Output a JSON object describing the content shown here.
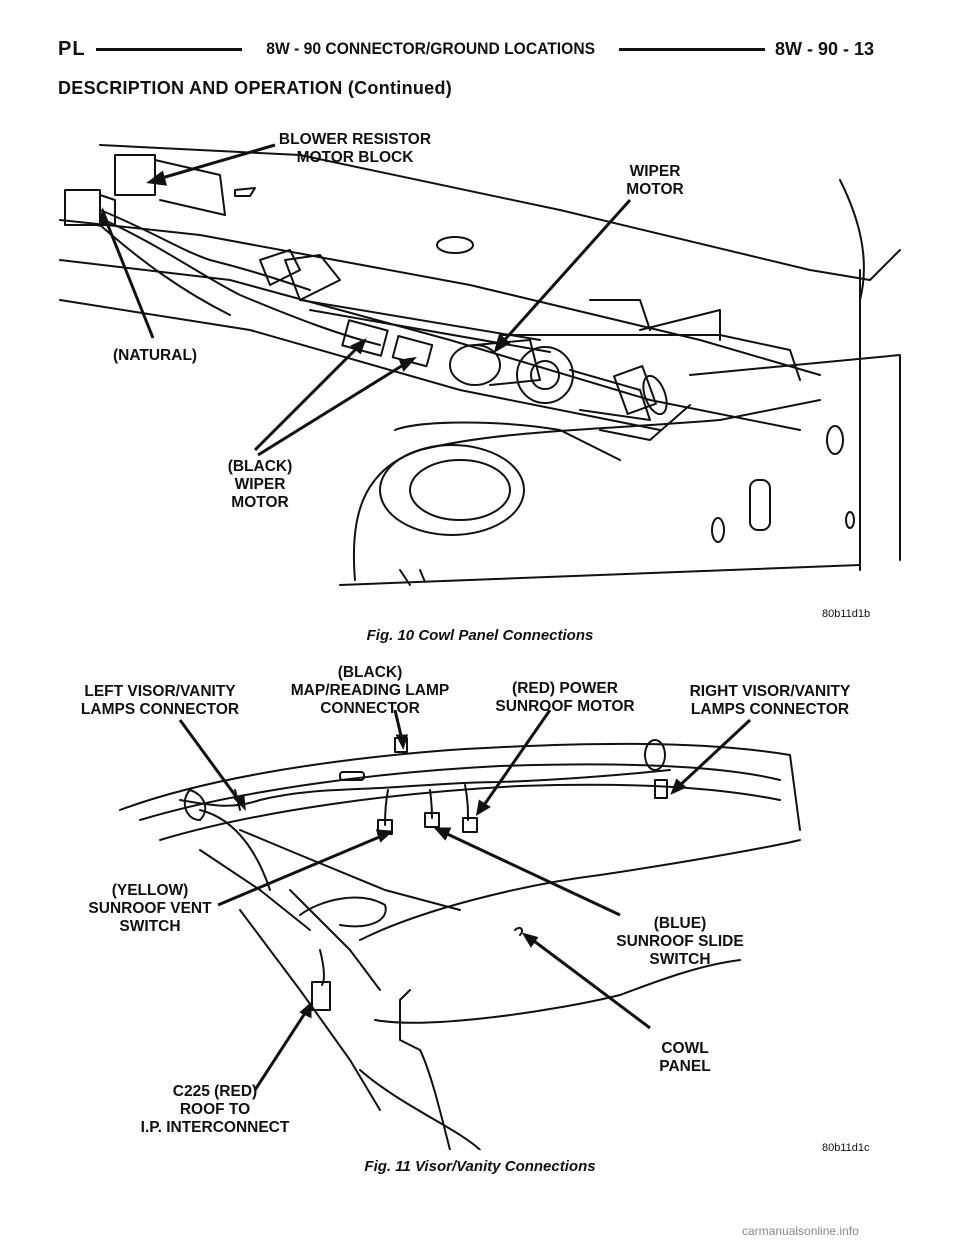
{
  "header": {
    "left": "PL",
    "center": "8W - 90 CONNECTOR/GROUND LOCATIONS",
    "right": "8W - 90 - 13"
  },
  "subheading": "DESCRIPTION AND OPERATION (Continued)",
  "figure10": {
    "labels": {
      "blower": "BLOWER RESISTOR\nMOTOR BLOCK",
      "wiper": "WIPER\nMOTOR",
      "natural": "(NATURAL)",
      "black_wiper": "(BLACK)\nWIPER\nMOTOR"
    },
    "code": "80b11d1b",
    "caption": "Fig. 10 Cowl Panel Connections"
  },
  "figure11": {
    "labels": {
      "left_visor": "LEFT VISOR/VANITY\nLAMPS CONNECTOR",
      "map_lamp": "(BLACK)\nMAP/READING LAMP\nCONNECTOR",
      "power_sunroof": "(RED) POWER\nSUNROOF MOTOR",
      "right_visor": "RIGHT VISOR/VANITY\nLAMPS CONNECTOR",
      "vent_switch": "(YELLOW)\nSUNROOF VENT\nSWITCH",
      "slide_switch": "(BLUE)\nSUNROOF SLIDE\nSWITCH",
      "cowl": "COWL\nPANEL",
      "c225": "C225 (RED)\nROOF TO\nI.P. INTERCONNECT"
    },
    "code": "80b11d1c",
    "caption": "Fig. 11 Visor/Vanity Connections"
  },
  "watermark": "carmanualsonline.info"
}
